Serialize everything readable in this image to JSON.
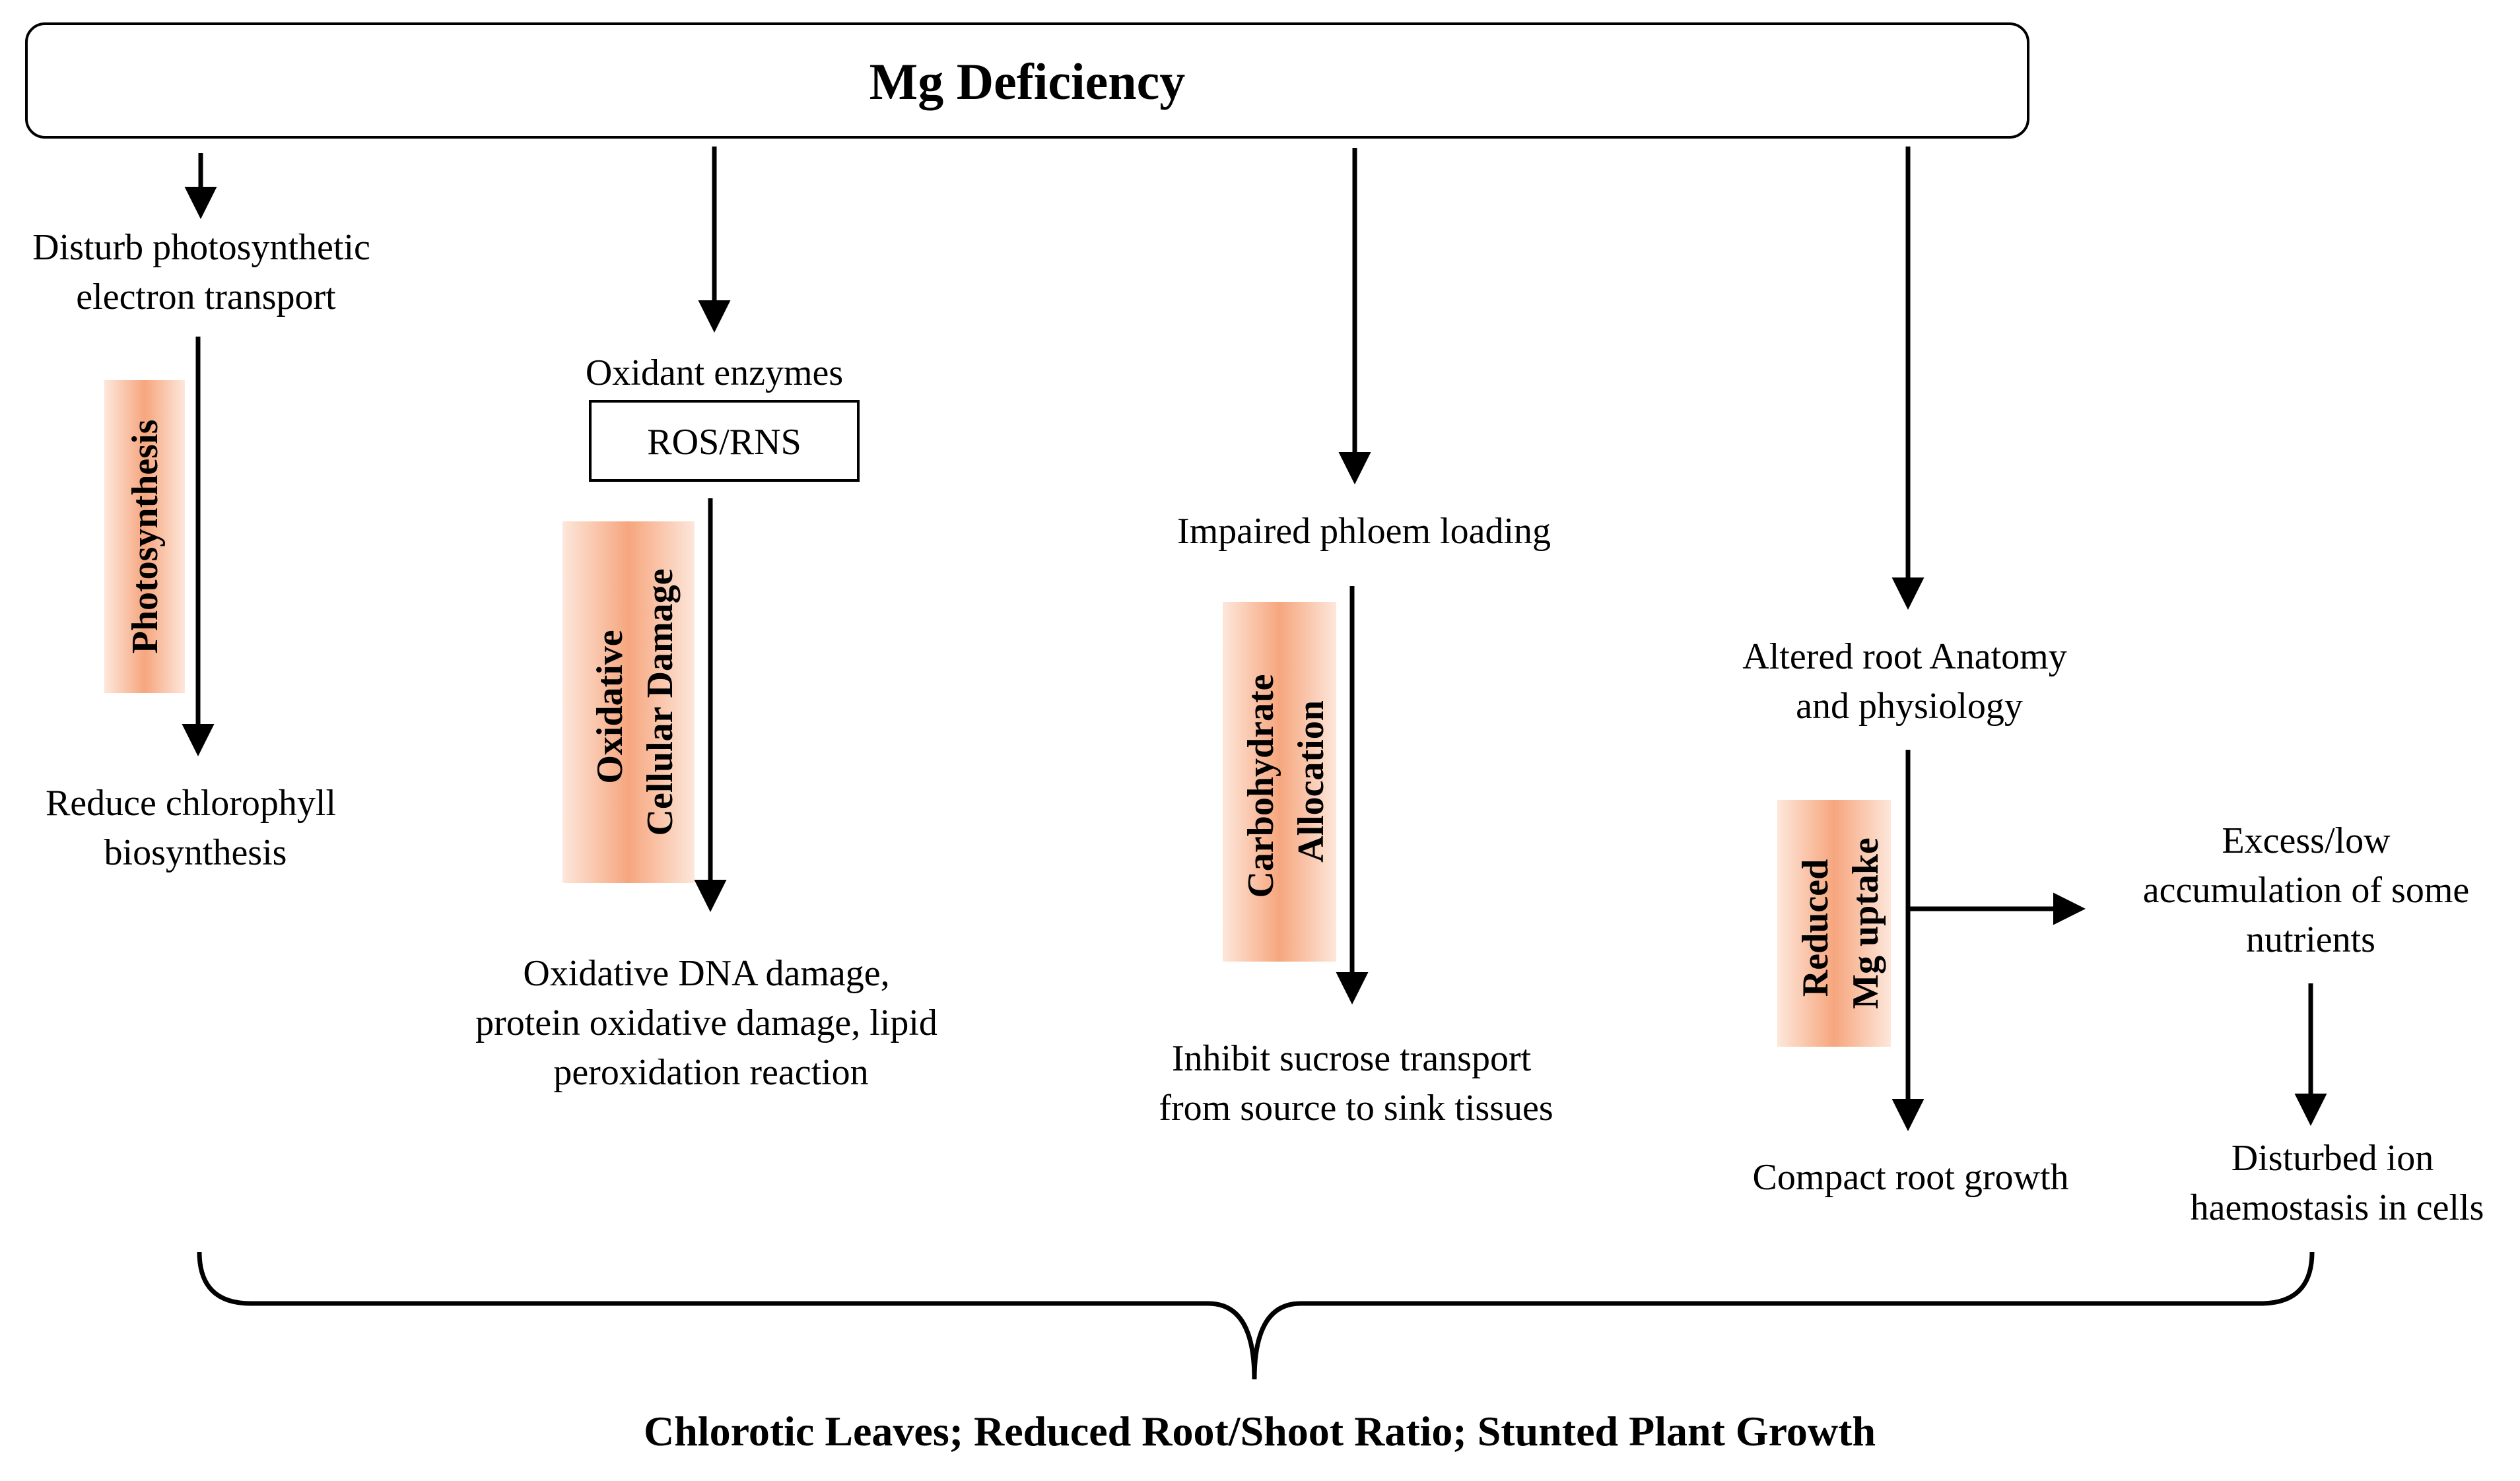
{
  "title": "Mg Deficiency",
  "nodes": {
    "disturb_photo": [
      "Disturb photosynthetic",
      "electron transport"
    ],
    "reduce_chloro": [
      "Reduce chlorophyll",
      "biosynthesis"
    ],
    "oxidant_enzymes": "Oxidant enzymes",
    "ros_rns": "ROS/RNS",
    "oxidative_damage": [
      "Oxidative DNA damage,",
      "protein oxidative damage, lipid",
      "peroxidation reaction"
    ],
    "impaired_phloem": "Impaired phloem loading",
    "inhibit_sucrose": [
      "Inhibit sucrose transport",
      "from source to sink tissues"
    ],
    "altered_root": [
      "Altered root Anatomy",
      "and physiology"
    ],
    "compact_root": "Compact root growth",
    "excess_low": [
      "Excess/low",
      "accumulation of some",
      "nutrients"
    ],
    "disturbed_ion": [
      "Disturbed ion",
      "haemostasis in cells"
    ]
  },
  "side_labels": {
    "photosynthesis": [
      "Photosynthesis"
    ],
    "oxidative": [
      "Oxidative",
      "Cellular Damage"
    ],
    "carbohydrate": [
      "Carbohydrate",
      "Allocation"
    ],
    "reduced_mg": [
      "Reduced",
      "Mg uptake"
    ]
  },
  "outcome": "Chlorotic Leaves; Reduced Root/Shoot Ratio; Stunted Plant Growth",
  "colors": {
    "label_gradient_edge": "#fde7db",
    "label_gradient_center": "#f6a67e",
    "line": "#000000"
  }
}
